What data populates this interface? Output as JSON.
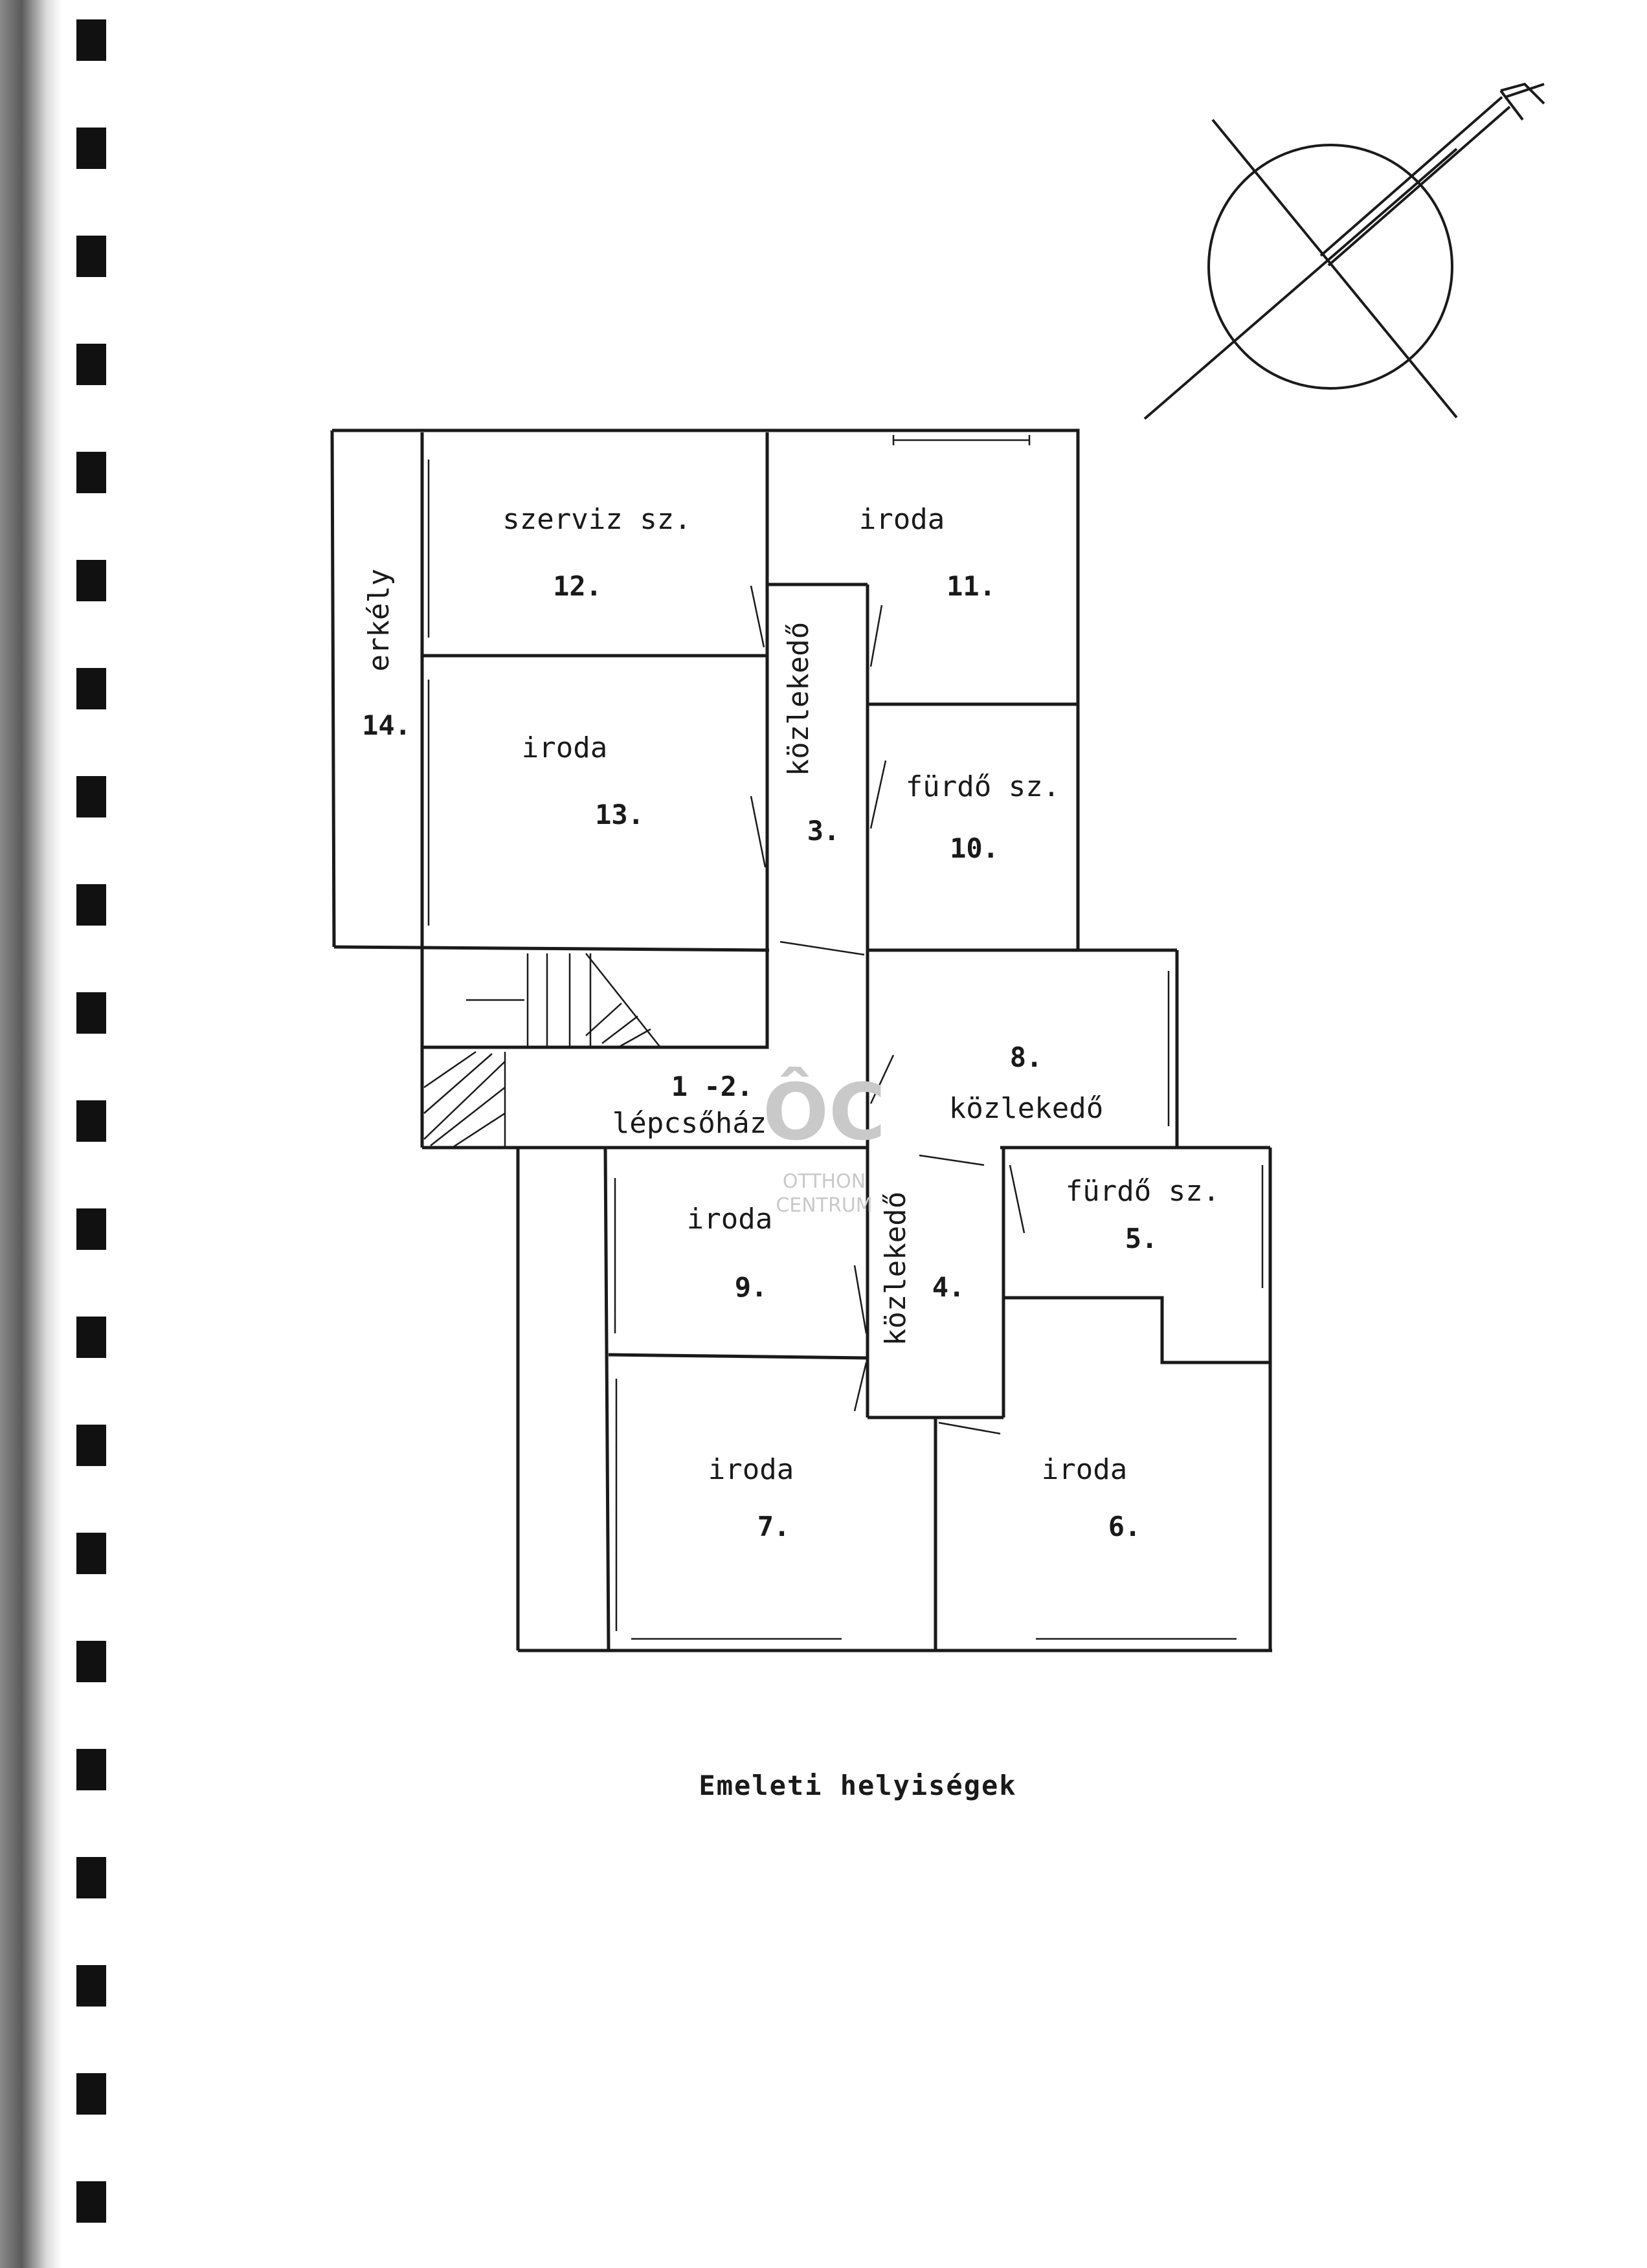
{
  "plan": {
    "caption": "Emeleti helyiségek",
    "rooms": [
      {
        "id": "1-2",
        "name": "lépcsőház",
        "number": "1 -2."
      },
      {
        "id": "3",
        "name": "közlekedő",
        "number": "3."
      },
      {
        "id": "4",
        "name": "közlekedő",
        "number": "4."
      },
      {
        "id": "5",
        "name": "fürdő sz.",
        "number": "5."
      },
      {
        "id": "6",
        "name": "iroda",
        "number": "6."
      },
      {
        "id": "7",
        "name": "iroda",
        "number": "7."
      },
      {
        "id": "8",
        "name": "közlekedő",
        "number": "8."
      },
      {
        "id": "9",
        "name": "iroda",
        "number": "9."
      },
      {
        "id": "10",
        "name": "fürdő sz.",
        "number": "10."
      },
      {
        "id": "11",
        "name": "iroda",
        "number": "11."
      },
      {
        "id": "12",
        "name": "szerviz sz.",
        "number": "12."
      },
      {
        "id": "13",
        "name": "iroda",
        "number": "13."
      },
      {
        "id": "14",
        "name": "erkély",
        "number": "14."
      }
    ]
  },
  "watermark": {
    "monogram": "ÔC",
    "line1": "OTTHON",
    "line2": "CENTRUM"
  },
  "colors": {
    "ink": "#1a1a1a",
    "paper": "#ffffff",
    "watermark": "#c9c9c9"
  },
  "icons": {
    "north_arrow": "north-arrow-icon",
    "binding": "spiral-binding"
  }
}
